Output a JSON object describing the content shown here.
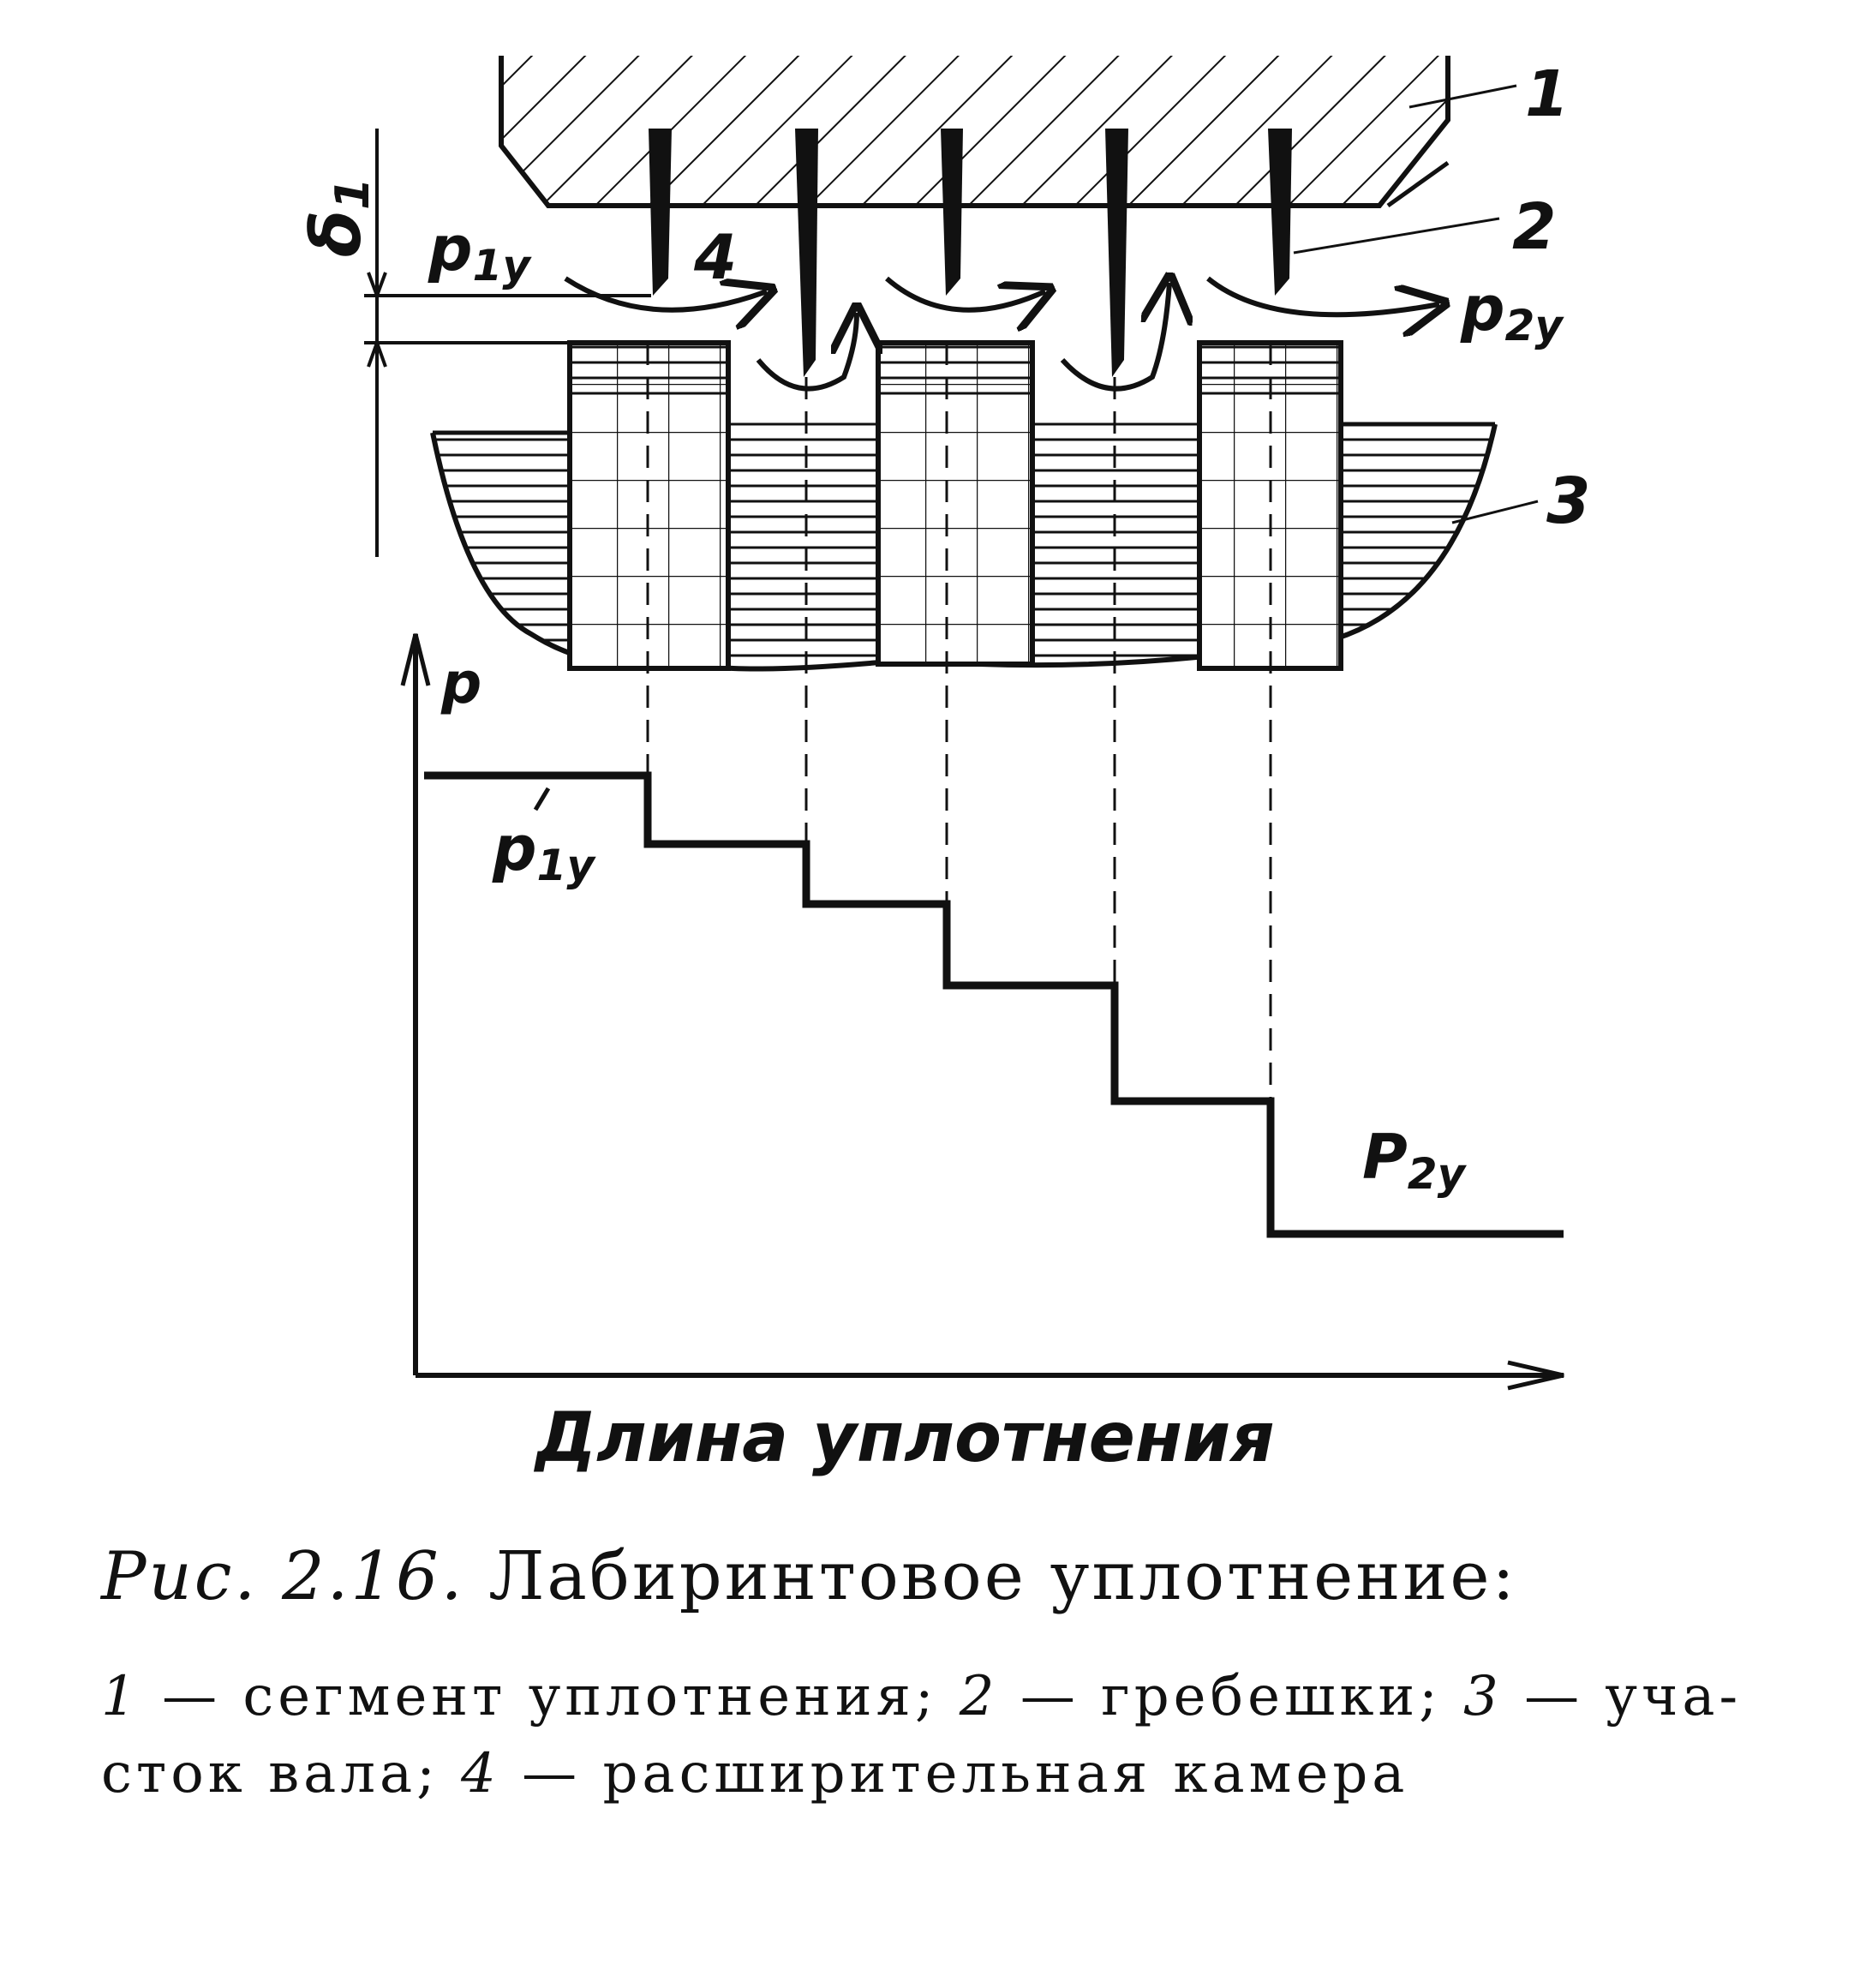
{
  "labels": {
    "delta": "δ",
    "delta_sub": "1",
    "p1y": "p",
    "p1y_sub": "1y",
    "p2y": "p",
    "p2y_sub": "2y",
    "p_axis": "p",
    "p1y_prime": "p",
    "p1y_prime_sub": "1y",
    "p2y_lower": "P",
    "p2y_lower_sub": "2y",
    "callout_1": "1",
    "callout_2": "2",
    "callout_3": "3",
    "callout_4": "4",
    "x_axis_title": "Длина уплотнения"
  },
  "caption": {
    "fig_num": "Рис. 2.16.",
    "fig_title": "Лабиринтовое уплотнение:",
    "l1_n1": "1",
    "l1_t1": " — сегмент уплотнения; ",
    "l1_n2": "2",
    "l1_t2": " — гребешки; ",
    "l1_n3": "3",
    "l1_t3": " — уча-",
    "l2_t1": "сток вала; ",
    "l2_n4": "4",
    "l2_t2": " — расширительная камера"
  }
}
